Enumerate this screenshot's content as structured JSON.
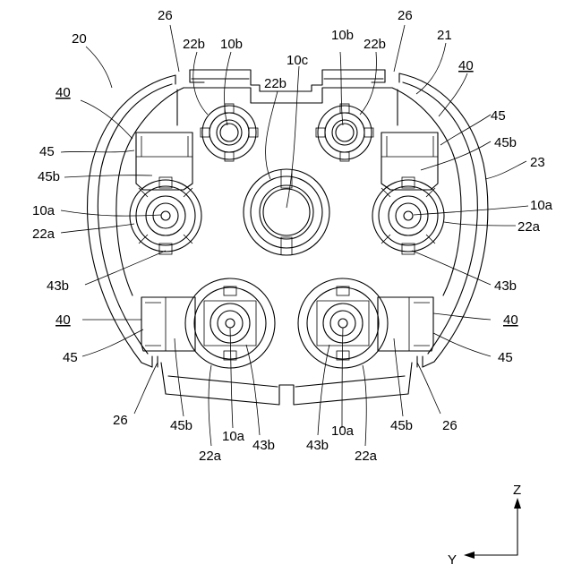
{
  "labels": {
    "n20": "20",
    "n21": "21",
    "n23": "23",
    "n26a": "26",
    "n26b": "26",
    "n26c": "26",
    "n26d": "26",
    "n10b_l": "10b",
    "n10b_r": "10b",
    "n10c": "10c",
    "n22b_l": "22b",
    "n22b_r": "22b",
    "n22b_c": "22b",
    "n40_tl": "40",
    "n40_tr": "40",
    "n40_bl": "40",
    "n40_br": "40",
    "n45_l": "45",
    "n45_r": "45",
    "n45_bl": "45",
    "n45_br": "45",
    "n45b_l": "45b",
    "n45b_r": "45b",
    "n45b_bl": "45b",
    "n45b_br": "45b",
    "n10a_l": "10a",
    "n10a_r": "10a",
    "n10a_bl": "10a",
    "n10a_br": "10a",
    "n22a_l": "22a",
    "n22a_r": "22a",
    "n22a_bl": "22a",
    "n22a_br": "22a",
    "n43b_l": "43b",
    "n43b_r": "43b",
    "n43b_bl": "43b",
    "n43b_br": "43b"
  },
  "axes": {
    "z": "Z",
    "y": "Y"
  }
}
